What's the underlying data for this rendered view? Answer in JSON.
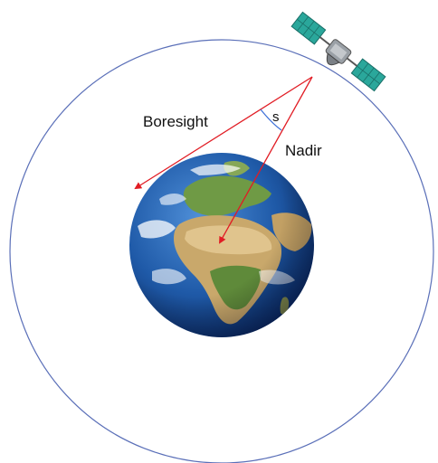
{
  "labels": {
    "boresight": "Boresight",
    "nadir": "Nadir",
    "angle": "s"
  },
  "colors": {
    "orbit": "#5a6fb8",
    "vectors": "#e11c24",
    "angle_arc": "#3b6fd8",
    "ocean": "#1f5aa8",
    "land": "#c9a86b",
    "vegetation": "#5f8a3a",
    "satellite_body": "#9aa0a6",
    "solar_panel": "#2aa79b"
  },
  "icons": {
    "satellite": "satellite-icon",
    "earth": "earth-globe-icon"
  }
}
